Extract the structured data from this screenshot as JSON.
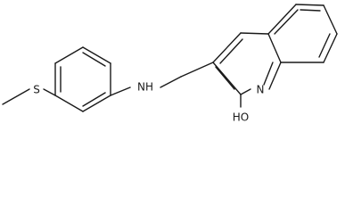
{
  "molecule": {
    "atoms": {
      "sulfur": "S",
      "amine": "NH",
      "ring_nitrogen": "N",
      "hydroxyl": "HO"
    }
  }
}
